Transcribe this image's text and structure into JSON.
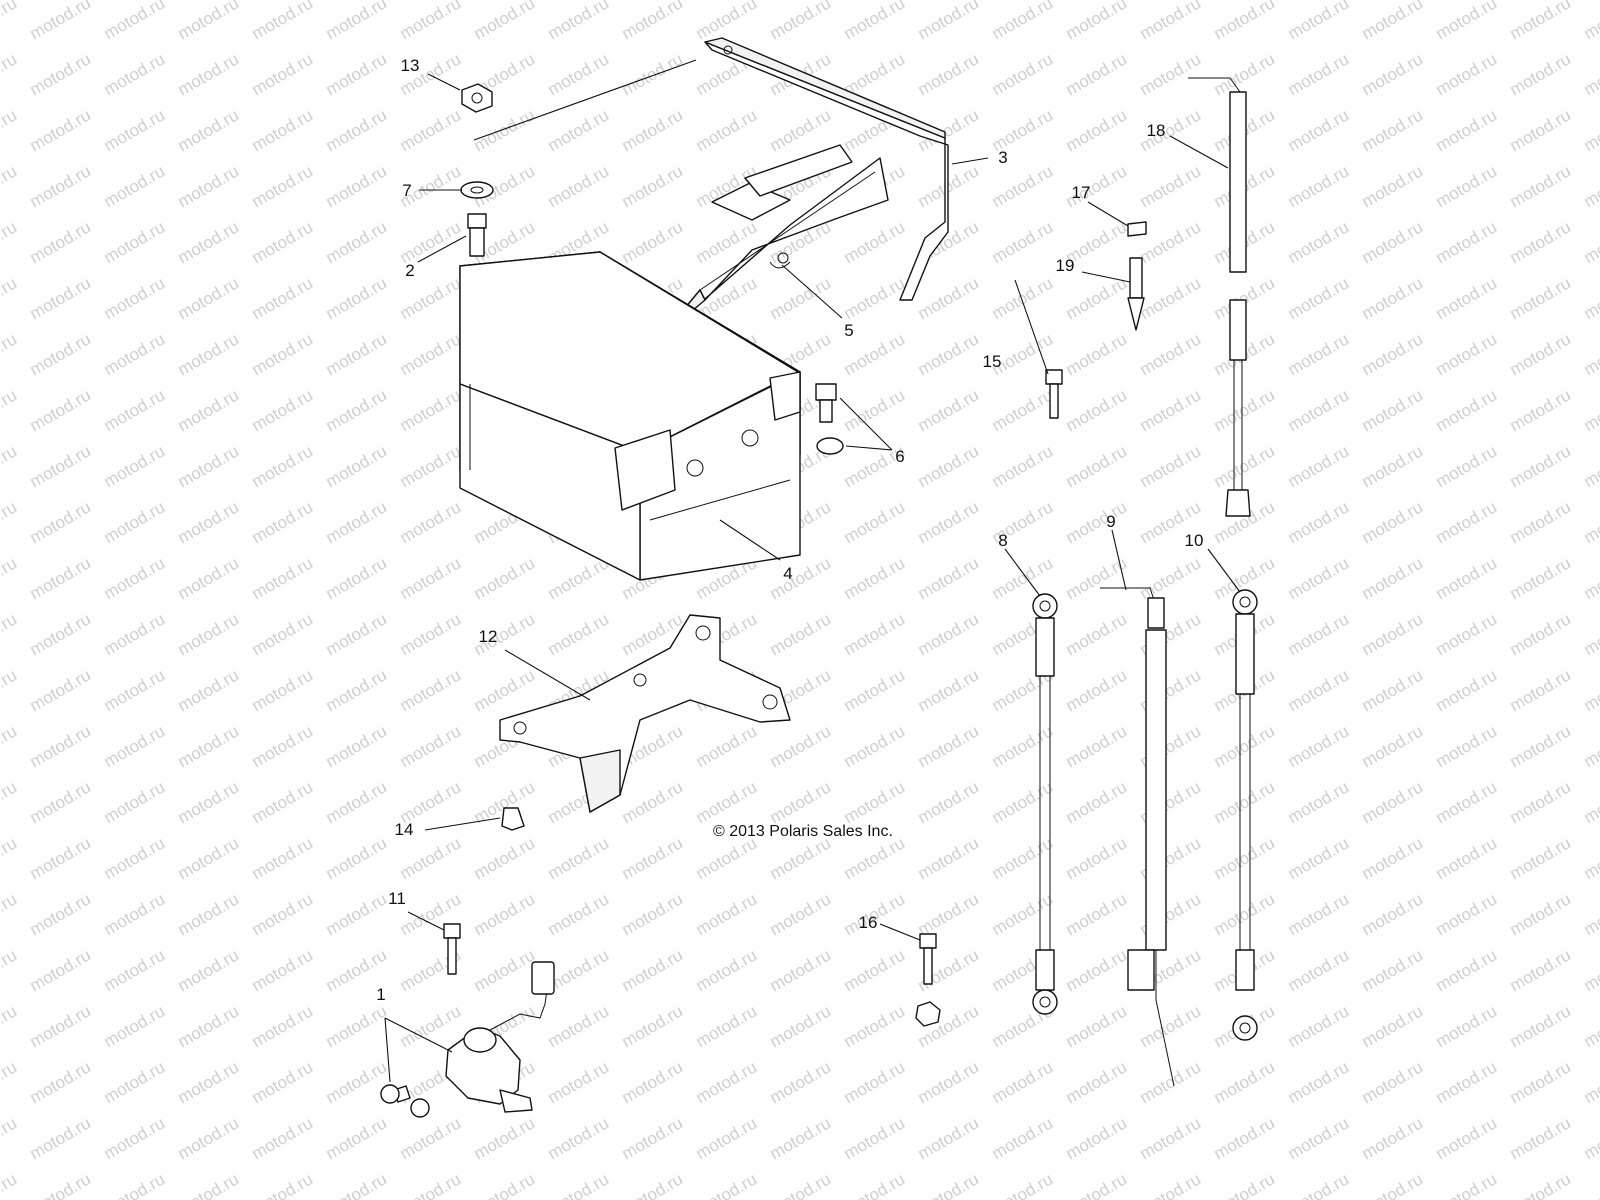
{
  "copyright": "© 2013 Polaris Sales Inc.",
  "watermark_text": "motod.ru",
  "callouts": [
    "1",
    "2",
    "3",
    "4",
    "5",
    "6",
    "7",
    "8",
    "9",
    "10",
    "11",
    "12",
    "13",
    "14",
    "15",
    "16",
    "17",
    "18",
    "19"
  ],
  "colors": {
    "line": "#111111",
    "watermark": "#cfcfcf",
    "background": "#ffffff"
  }
}
